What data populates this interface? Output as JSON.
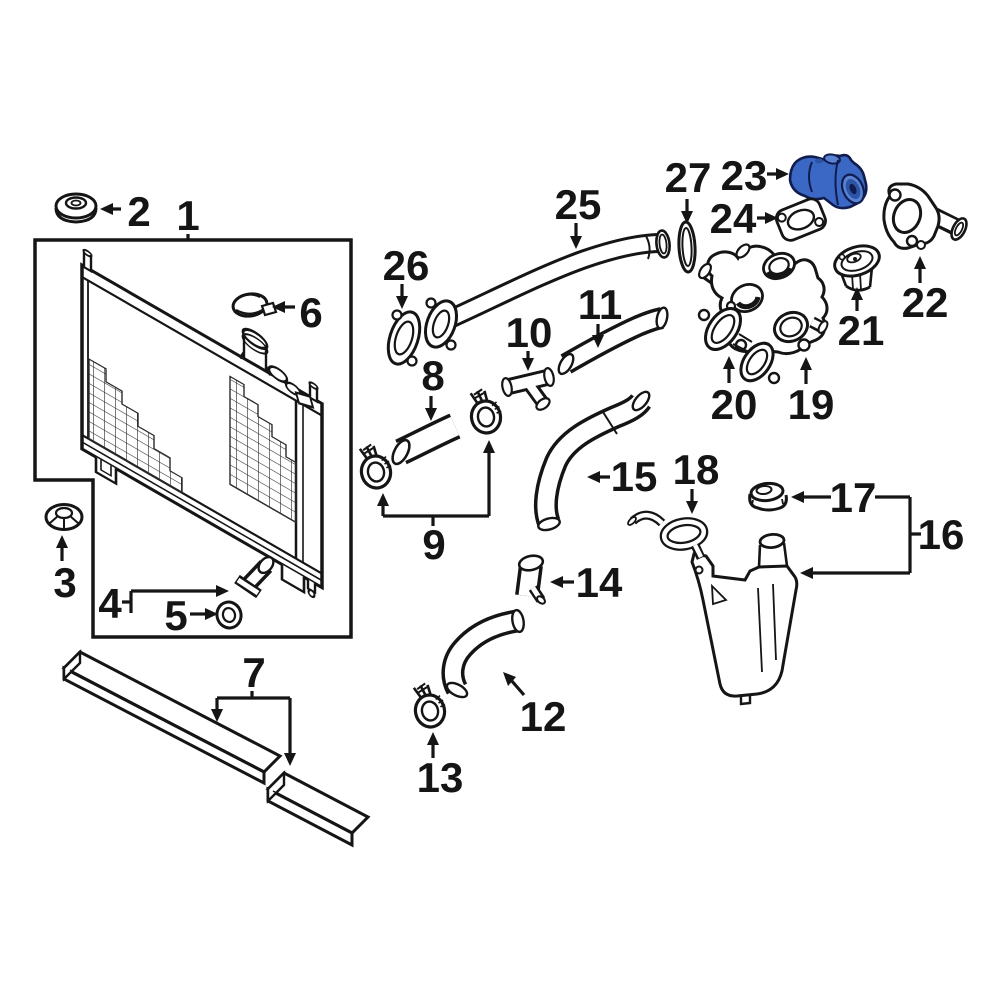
{
  "diagram": {
    "type": "exploded-parts-diagram",
    "subject": "radiator and coolant reservoir assembly",
    "background": "#ffffff",
    "line_color": "#151515",
    "highlight": {
      "part_label": "23",
      "fill": "#3a68c4",
      "shade": "#2b53a6",
      "light": "#5b83d4",
      "outline": "#101c4e"
    },
    "labels": [
      "1",
      "2",
      "3",
      "4",
      "5",
      "6",
      "7",
      "8",
      "9",
      "10",
      "11",
      "12",
      "13",
      "14",
      "15",
      "16",
      "17",
      "18",
      "19",
      "20",
      "21",
      "22",
      "23",
      "24",
      "25",
      "26",
      "27"
    ]
  }
}
